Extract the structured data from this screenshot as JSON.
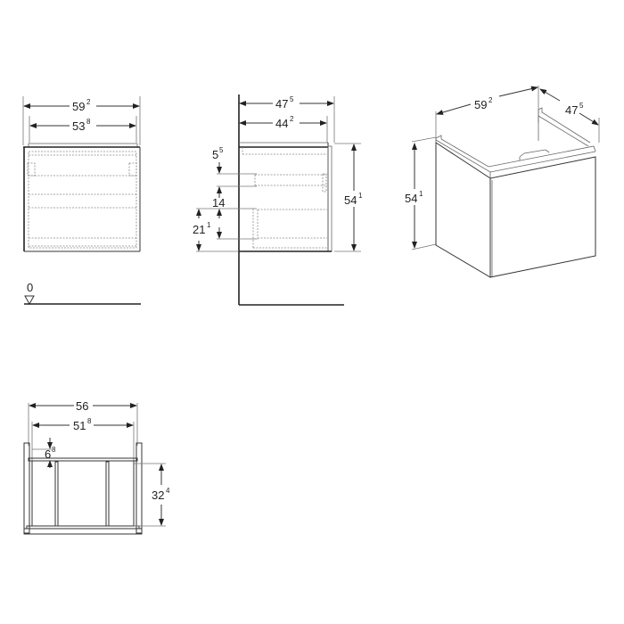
{
  "drawing": {
    "units": "cm",
    "front_view": {
      "outer_width": {
        "base": "59",
        "sup": "2"
      },
      "inner_width": {
        "base": "53",
        "sup": "8"
      }
    },
    "floor_level": {
      "label": "0"
    },
    "side_view": {
      "outer_depth": {
        "base": "47",
        "sup": "5"
      },
      "inner_depth": {
        "base": "44",
        "sup": "2"
      },
      "top_offset": {
        "base": "5",
        "sup": "5"
      },
      "gap": {
        "base": "14",
        "sup": ""
      },
      "drawer_height": {
        "base": "21",
        "sup": "1"
      },
      "height": {
        "base": "54",
        "sup": "1"
      }
    },
    "iso_view": {
      "width": {
        "base": "59",
        "sup": "2"
      },
      "depth": {
        "base": "47",
        "sup": "5"
      },
      "height": {
        "base": "54",
        "sup": "1"
      }
    },
    "drawer_view": {
      "outer_width": {
        "base": "56",
        "sup": ""
      },
      "inner_width": {
        "base": "51",
        "sup": "8"
      },
      "top_gap": {
        "base": "6",
        "sup": "8"
      },
      "inner_height": {
        "base": "32",
        "sup": "4"
      }
    }
  }
}
